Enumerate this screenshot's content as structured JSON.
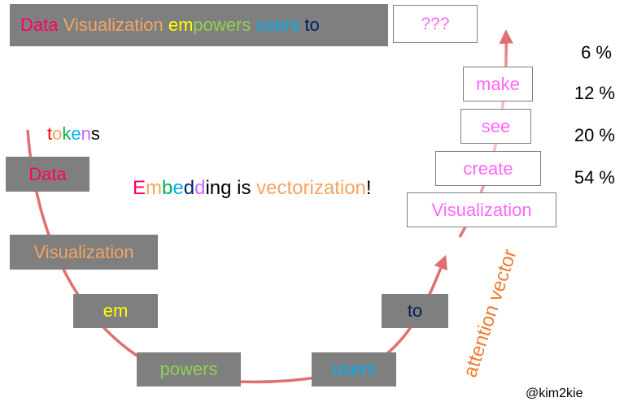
{
  "colors": {
    "box_gray": "#7f7f7f",
    "magenta": "#ff66ff",
    "arrow_red": "#e07070",
    "orange": "#ed7d31"
  },
  "sentence": {
    "words": [
      {
        "text": "Data",
        "color": "#ff0066"
      },
      {
        "text": " ",
        "color": "#ffffff"
      },
      {
        "text": "Visualization",
        "color": "#f4a460"
      },
      {
        "text": " ",
        "color": "#ffffff"
      },
      {
        "text": "em",
        "color": "#ffff00"
      },
      {
        "text": "powers",
        "color": "#92d050"
      },
      {
        "text": " ",
        "color": "#ffffff"
      },
      {
        "text": "users",
        "color": "#00b0f0"
      },
      {
        "text": " ",
        "color": "#ffffff"
      },
      {
        "text": "to",
        "color": "#002060"
      }
    ],
    "unknown": "???"
  },
  "tokens_label": {
    "letters": [
      {
        "text": "t",
        "color": "#ff0000"
      },
      {
        "text": "o",
        "color": "#f4a460"
      },
      {
        "text": "k",
        "color": "#00b050"
      },
      {
        "text": "e",
        "color": "#00b0f0"
      },
      {
        "text": "n",
        "color": "#cc66ff"
      },
      {
        "text": "s",
        "color": "#000000"
      }
    ]
  },
  "tokens": [
    {
      "text": "Data",
      "color": "#ff0066"
    },
    {
      "text": "Visualization",
      "color": "#f4a460"
    },
    {
      "text": "em",
      "color": "#ffff00"
    },
    {
      "text": "powers",
      "color": "#92d050"
    },
    {
      "text": "users",
      "color": "#00b0f0"
    },
    {
      "text": "to",
      "color": "#002060"
    }
  ],
  "embedding": {
    "letters": [
      {
        "text": "E",
        "color": "#ff0066"
      },
      {
        "text": "m",
        "color": "#f4a460"
      },
      {
        "text": "b",
        "color": "#00b050"
      },
      {
        "text": "e",
        "color": "#00b0f0"
      },
      {
        "text": "d",
        "color": "#002060"
      },
      {
        "text": "d",
        "color": "#cc66ff"
      },
      {
        "text": "ing is ",
        "color": "#000000"
      },
      {
        "text": "vectorization",
        "color": "#f4a460"
      },
      {
        "text": "!",
        "color": "#000000"
      }
    ]
  },
  "candidates": [
    {
      "text": "make",
      "pct": "6 %"
    },
    {
      "text": "see",
      "pct": "12 %"
    },
    {
      "text": "create",
      "pct": "20 %"
    },
    {
      "text": "Visualization",
      "pct": "54 %"
    }
  ],
  "attention_label": "attention vector",
  "credit": "@kim2kie"
}
